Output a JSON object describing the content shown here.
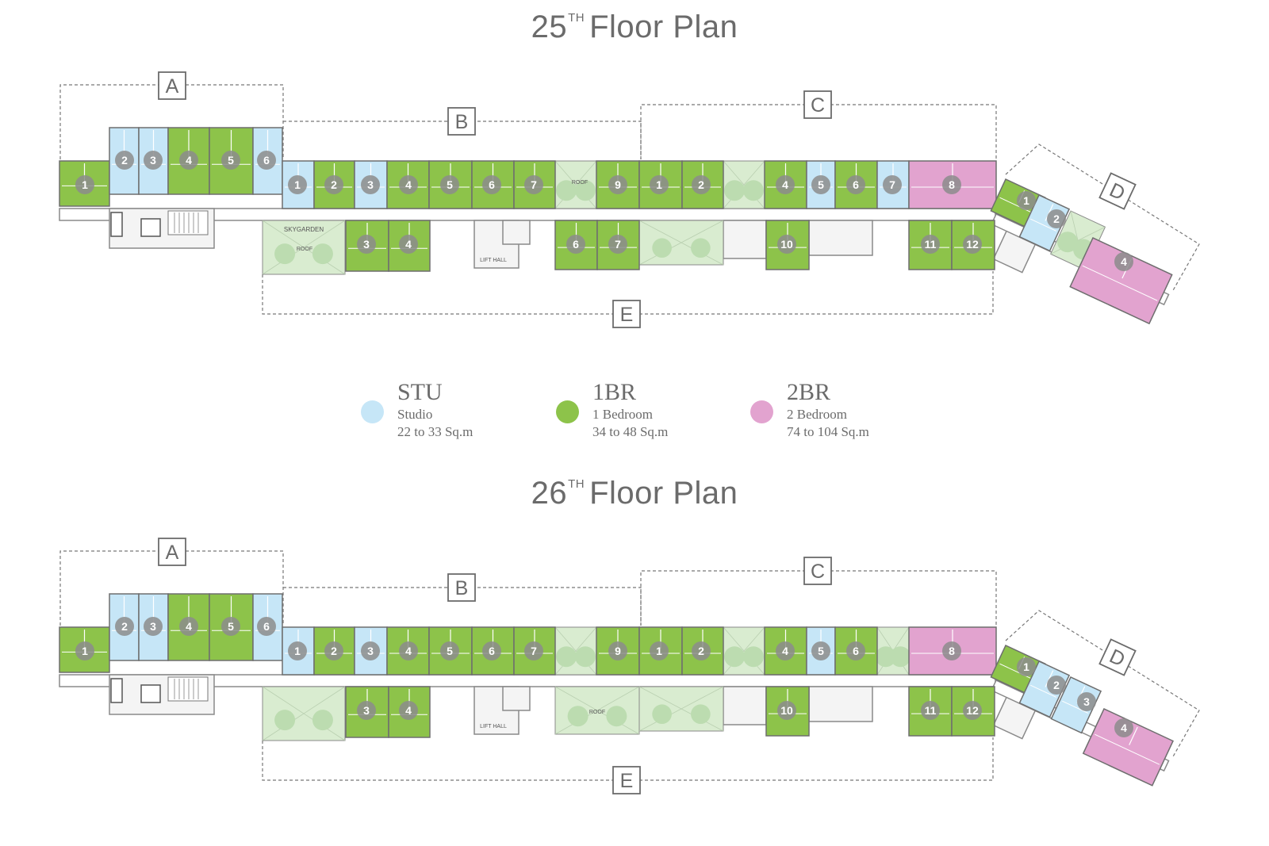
{
  "floors": [
    {
      "title_prefix": "25",
      "title_sup": "TH",
      "title_suffix": "Floor Plan",
      "zones": [
        "A",
        "B",
        "C",
        "D",
        "E"
      ],
      "units": [
        {
          "n": "1",
          "type": "1BR"
        },
        {
          "n": "2",
          "type": "STU"
        },
        {
          "n": "3",
          "type": "STU"
        },
        {
          "n": "4",
          "type": "1BR"
        },
        {
          "n": "5",
          "type": "1BR"
        },
        {
          "n": "6",
          "type": "STU"
        },
        {
          "n": "1",
          "type": "STU"
        },
        {
          "n": "2",
          "type": "1BR"
        },
        {
          "n": "3",
          "type": "STU"
        },
        {
          "n": "4",
          "type": "1BR"
        },
        {
          "n": "5",
          "type": "1BR"
        },
        {
          "n": "6",
          "type": "1BR"
        },
        {
          "n": "7",
          "type": "1BR"
        },
        {
          "n": "9",
          "type": "1BR"
        },
        {
          "n": "1",
          "type": "1BR"
        },
        {
          "n": "2",
          "type": "1BR"
        },
        {
          "n": "4",
          "type": "1BR"
        },
        {
          "n": "5",
          "type": "STU"
        },
        {
          "n": "6",
          "type": "1BR"
        },
        {
          "n": "7",
          "type": "STU"
        },
        {
          "n": "8",
          "type": "2BR"
        },
        {
          "n": "3",
          "type": "1BR"
        },
        {
          "n": "4",
          "type": "1BR"
        },
        {
          "n": "6",
          "type": "1BR"
        },
        {
          "n": "7",
          "type": "1BR"
        },
        {
          "n": "10",
          "type": "1BR"
        },
        {
          "n": "11",
          "type": "1BR"
        },
        {
          "n": "12",
          "type": "1BR"
        },
        {
          "n": "1",
          "type": "1BR"
        },
        {
          "n": "2",
          "type": "STU"
        },
        {
          "n": "4",
          "type": "2BR"
        }
      ],
      "labels": {
        "skygarden": "SKYGARDEN",
        "roof": "ROOF",
        "lift_hall": "LIFT HALL"
      }
    },
    {
      "title_prefix": "26",
      "title_sup": "TH",
      "title_suffix": "Floor Plan",
      "zones": [
        "A",
        "B",
        "C",
        "D",
        "E"
      ],
      "units": [
        {
          "n": "1",
          "type": "1BR"
        },
        {
          "n": "2",
          "type": "STU"
        },
        {
          "n": "3",
          "type": "STU"
        },
        {
          "n": "4",
          "type": "1BR"
        },
        {
          "n": "5",
          "type": "1BR"
        },
        {
          "n": "6",
          "type": "STU"
        },
        {
          "n": "1",
          "type": "STU"
        },
        {
          "n": "2",
          "type": "1BR"
        },
        {
          "n": "3",
          "type": "STU"
        },
        {
          "n": "4",
          "type": "1BR"
        },
        {
          "n": "5",
          "type": "1BR"
        },
        {
          "n": "6",
          "type": "1BR"
        },
        {
          "n": "7",
          "type": "1BR"
        },
        {
          "n": "9",
          "type": "1BR"
        },
        {
          "n": "1",
          "type": "1BR"
        },
        {
          "n": "2",
          "type": "1BR"
        },
        {
          "n": "4",
          "type": "1BR"
        },
        {
          "n": "5",
          "type": "STU"
        },
        {
          "n": "6",
          "type": "1BR"
        },
        {
          "n": "8",
          "type": "2BR"
        },
        {
          "n": "3",
          "type": "1BR"
        },
        {
          "n": "4",
          "type": "1BR"
        },
        {
          "n": "10",
          "type": "1BR"
        },
        {
          "n": "11",
          "type": "1BR"
        },
        {
          "n": "12",
          "type": "1BR"
        },
        {
          "n": "1",
          "type": "1BR"
        },
        {
          "n": "2",
          "type": "STU"
        },
        {
          "n": "3",
          "type": "STU"
        },
        {
          "n": "4",
          "type": "2BR"
        }
      ],
      "labels": {
        "roof": "ROOF",
        "lift_hall": "LIFT HALL"
      }
    }
  ],
  "legend": [
    {
      "code": "STU",
      "name": "Studio",
      "size": "22 to 33 Sq.m",
      "color": "#c6e6f7"
    },
    {
      "code": "1BR",
      "name": "1 Bedroom",
      "size": "34 to 48 Sq.m",
      "color": "#8dc34a"
    },
    {
      "code": "2BR",
      "name": "2 Bedroom",
      "size": "74 to 104 Sq.m",
      "color": "#e2a3cf"
    }
  ],
  "colors": {
    "STU": "#c6e6f7",
    "1BR": "#8dc34a",
    "2BR": "#e2a3cf",
    "garden": "#d9ecd0",
    "outline": "#8a8a8a",
    "badge": "#8c8c8c"
  }
}
